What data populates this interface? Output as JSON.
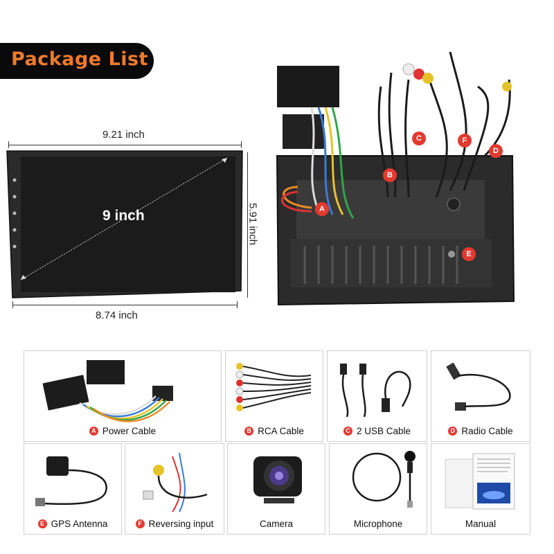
{
  "banner": {
    "title": "Package List"
  },
  "screen": {
    "top_dimension": "9.21 inch",
    "bottom_dimension": "8.74 inch",
    "side_dimension": "5.91 inch",
    "diagonal_label": "9 inch"
  },
  "back_view": {
    "labels": [
      "A",
      "B",
      "C",
      "D",
      "E",
      "F"
    ]
  },
  "colors": {
    "accent": "#f07a2c",
    "badge": "#e23a2e",
    "banner_bg": "#0a0a0a"
  },
  "items": [
    {
      "badge": "A",
      "label": "Power Cable"
    },
    {
      "badge": "B",
      "label": "RCA Cable"
    },
    {
      "badge": "C",
      "label": "2 USB Cable"
    },
    {
      "badge": "D",
      "label": "Radio Cable"
    },
    {
      "badge": "E",
      "label": "GPS Antenna"
    },
    {
      "badge": "F",
      "label": "Reversing input"
    },
    {
      "badge": "",
      "label": "Camera"
    },
    {
      "badge": "",
      "label": "Microphone"
    },
    {
      "badge": "",
      "label": "Manual"
    }
  ]
}
